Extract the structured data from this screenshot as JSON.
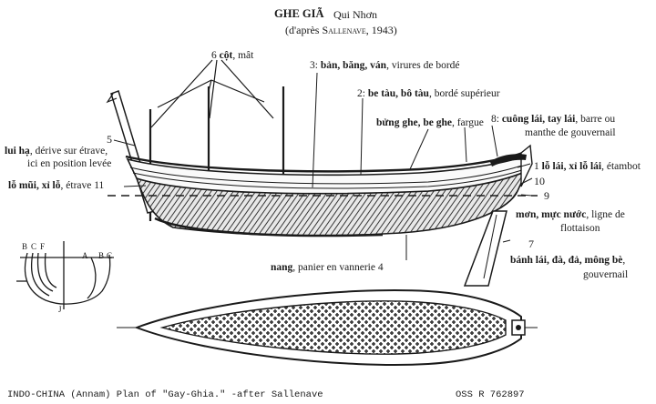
{
  "title": {
    "name": "GHE GIÃ",
    "place": "Qui Nhơn",
    "credit_prefix": "(d'après ",
    "credit_author": "Sallenave",
    "credit_suffix": ", 1943)"
  },
  "labels": {
    "l6": {
      "num": "6",
      "term": "cột",
      "gloss": ", mât"
    },
    "l3": {
      "num": "3:",
      "term": "bản, băng, ván",
      "gloss": ", virures de bordé"
    },
    "l2": {
      "num": "2:",
      "term": "be tàu, bô tàu",
      "gloss": ", bordé supérieur"
    },
    "lfargue": {
      "term": "bửng ghe, be ghe",
      "gloss": ", fargue"
    },
    "l8": {
      "num": "8:",
      "term": "cuông lái, tay lái",
      "gloss": ", barre ou",
      "line2": "manthe de gouvernail"
    },
    "l5": {
      "num": "5",
      "term": "lui hạ",
      "gloss": ", dérive sur étrave,",
      "line2": "ici en position levée"
    },
    "l11": {
      "term": "lỗ mũi, xỉ lỗ",
      "gloss": ", étrave",
      "num": "11"
    },
    "l1": {
      "num": "1",
      "term": "lỗ lái, xỉ lỗ lái",
      "gloss": ", étambot"
    },
    "l10": {
      "num": "10"
    },
    "l9": {
      "num": "9"
    },
    "lwater": {
      "term": "mơn, mực nước",
      "gloss": ", ligne de",
      "line2": "flottaison"
    },
    "l7": {
      "num": "7",
      "term": "bánh lái, đà, đả, mông bè",
      "gloss": ",",
      "line2": "gouvernail"
    },
    "l4": {
      "term": "nang",
      "gloss": ", panier en vannerie",
      "num": "4"
    }
  },
  "section_letters": [
    "B",
    "C",
    "F",
    "A",
    "B",
    "C",
    "J"
  ],
  "footer": {
    "left": "INDO-CHINA (Annam)  Plan of \"Gay-Ghia.\"  -after Sallenave",
    "right": "OSS R 762897"
  },
  "colors": {
    "ink": "#1a1a1a",
    "paper": "#ffffff",
    "weave": "#555555"
  }
}
